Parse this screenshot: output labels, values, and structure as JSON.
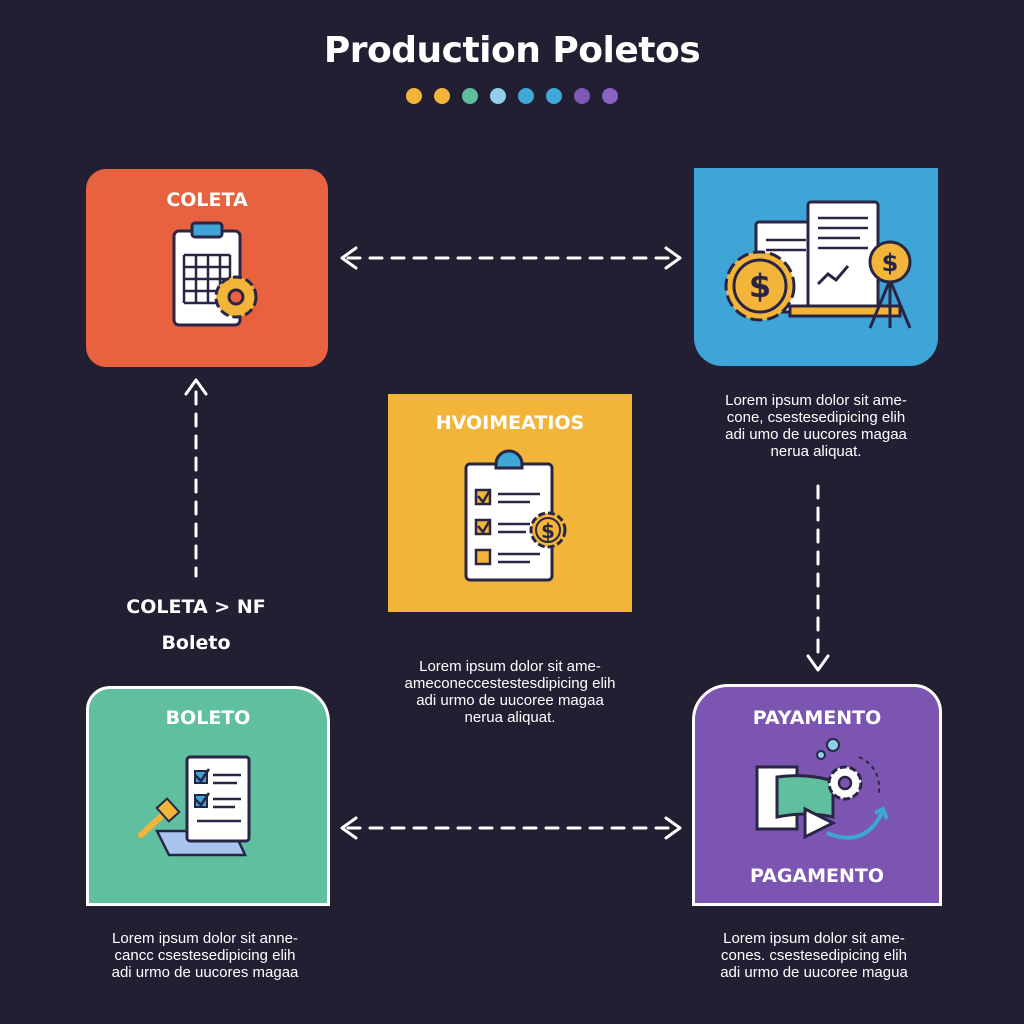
{
  "title": "Production Poletos",
  "dots": [
    "#f2b53a",
    "#f2b53a",
    "#5fbf9c",
    "#8fd0e8",
    "#3fa8d8",
    "#3fa8d8",
    "#7b59b6",
    "#8a63c4"
  ],
  "cards": {
    "coleta": {
      "label": "COLETA",
      "color": "#e8623f",
      "icon": "calendar-gear-icon"
    },
    "finance": {
      "label": "",
      "color": "#3fa4d6",
      "icon": "documents-dollar-gear-icon"
    },
    "center": {
      "label": "HVOIMEATIOS",
      "color": "#f2b53a",
      "icon": "checklist-dollar-icon"
    },
    "boleto": {
      "label": "BOLETO",
      "color": "#5fbf9e",
      "icon": "document-check-hammer-icon"
    },
    "payment": {
      "label_top": "PAYAMENTO",
      "label_bottom": "PAGAMENTO",
      "color": "#7c55b3",
      "icon": "money-gear-cycle-icon"
    }
  },
  "side_label": {
    "line1": "COLETA > NF",
    "line2": "Boleto"
  },
  "captions": {
    "finance": [
      "Lorem ipsum dolor sit ame-",
      "cone, csestesedipicing elih",
      "adi umo de uucores magaa",
      "nerua aliquat."
    ],
    "center": [
      "Lorem ipsum dolor sit ame-",
      "ameconeccestestesdipicing elih",
      "adi urmo de uucoree magaa",
      "nerua aliquat."
    ],
    "boleto": [
      "Lorem ipsum dolor sit anne-",
      "cancc csestesedipicing elih",
      "adi urmo de uucores magaa"
    ],
    "payment": [
      "Lorem ipsum dolor sit ame-",
      "cones. csestesedipicing elih",
      "adi urmo de uucoree magua"
    ]
  }
}
